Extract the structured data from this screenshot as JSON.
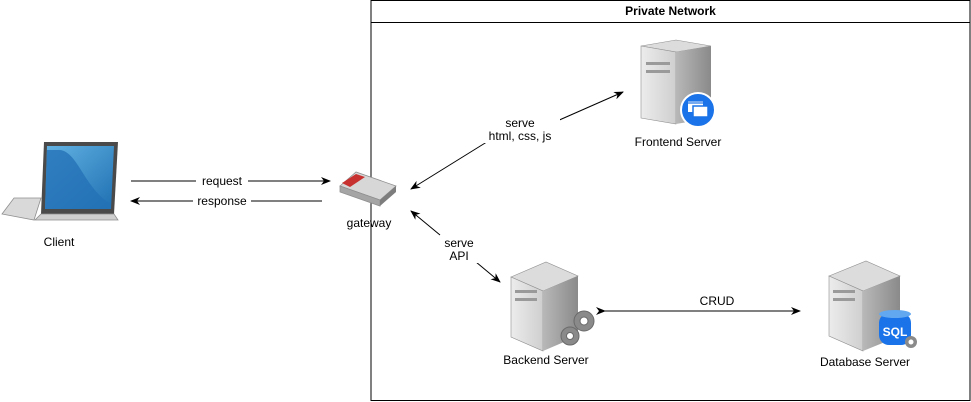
{
  "container": {
    "title": "Private Network"
  },
  "nodes": {
    "client": {
      "label": "Client",
      "icon": "laptop-icon"
    },
    "gateway": {
      "label": "gateway",
      "icon": "router-icon"
    },
    "frontend": {
      "label": "Frontend Server",
      "icon": "server-icon"
    },
    "backend": {
      "label": "Backend Server",
      "icon": "server-gears-icon"
    },
    "database": {
      "label": "Database Server",
      "icon": "sql-server-icon"
    }
  },
  "edges": {
    "request": "request",
    "response": "response",
    "frontend": {
      "line1": "serve",
      "line2": "html, css, js"
    },
    "backend": {
      "line1": "serve",
      "line2": "API"
    },
    "crud": "CRUD"
  },
  "colors": {
    "accent_blue": "#1a73e8",
    "line": "#000000",
    "server_gray": "#7d7d7d"
  }
}
